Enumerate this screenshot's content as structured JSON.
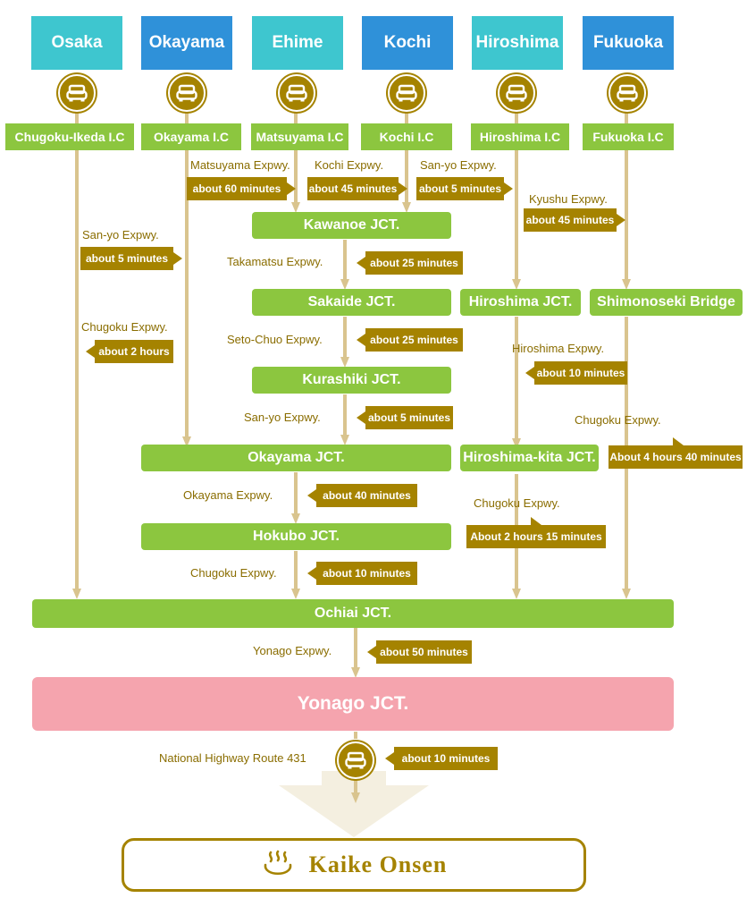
{
  "colors": {
    "road": "#d9c48e",
    "arrow": "#d9c48e",
    "chevron": "#f4efe0",
    "junction": "#8cc63f",
    "tag": "#a58300",
    "goal": "#f5a4ae",
    "origin_cyan": "#3ec6cf",
    "origin_blue": "#2f91d9"
  },
  "icons": {
    "car": "car-icon",
    "hot_spring": "hot-spring-icon"
  },
  "origins": [
    {
      "name": "Osaka",
      "ic": "Chugoku-Ikeda I.C"
    },
    {
      "name": "Okayama",
      "ic": "Okayama I.C"
    },
    {
      "name": "Ehime",
      "ic": "Matsuyama I.C"
    },
    {
      "name": "Kochi",
      "ic": "Kochi I.C"
    },
    {
      "name": "Hiroshima",
      "ic": "Hiroshima I.C"
    },
    {
      "name": "Fukuoka",
      "ic": "Fukuoka I.C"
    }
  ],
  "junctions": {
    "kawanoe": "Kawanoe JCT.",
    "sakaide": "Sakaide JCT.",
    "kurashiki": "Kurashiki JCT.",
    "okayama": "Okayama JCT.",
    "hokubo": "Hokubo JCT.",
    "hiroshima": "Hiroshima JCT.",
    "shimonoseki": "Shimonoseki Bridge",
    "hiroshima_kita": "Hiroshima-kita JCT.",
    "ochiai": "Ochiai JCT.",
    "yonago": "Yonago JCT."
  },
  "segments": [
    {
      "road": "Matsuyama Expwy.",
      "time": "about 60 minutes"
    },
    {
      "road": "Kochi Expwy.",
      "time": "about 45 minutes"
    },
    {
      "road": "San-yo Expwy.",
      "time": "about 5 minutes"
    },
    {
      "road": "Kyushu Expwy.",
      "time": "about 45 minutes"
    },
    {
      "road": "San-yo Expwy.",
      "time": "about 5 minutes"
    },
    {
      "road": "Takamatsu Expwy.",
      "time": "about 25 minutes"
    },
    {
      "road": "Chugoku Expwy.",
      "time": "about 2 hours"
    },
    {
      "road": "Seto-Chuo Expwy.",
      "time": "about 25 minutes"
    },
    {
      "road": "Hiroshima Expwy.",
      "time": "about 10 minutes"
    },
    {
      "road": "San-yo Expwy.",
      "time": "about 5 minutes"
    },
    {
      "road": "Chugoku Expwy.",
      "time": "About 4 hours 40 minutes"
    },
    {
      "road": "Okayama Expwy.",
      "time": "about 40 minutes"
    },
    {
      "road": "Chugoku Expwy.",
      "time": "About 2 hours 15 minutes"
    },
    {
      "road": "Chugoku Expwy.",
      "time": "about 10 minutes"
    },
    {
      "road": "Yonago Expwy.",
      "time": "about 50 minutes"
    },
    {
      "road": "National Highway Route 431",
      "time": "about 10 minutes"
    }
  ],
  "destination": "Kaike Onsen"
}
